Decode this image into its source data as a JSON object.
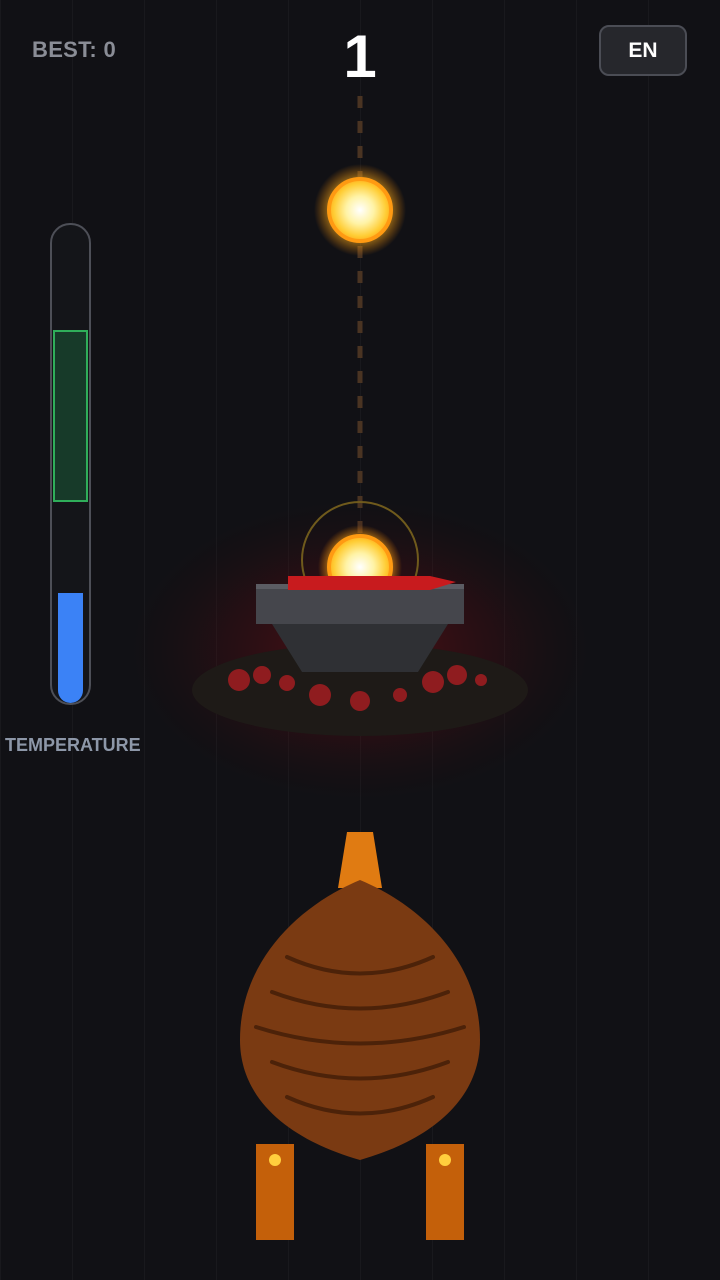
{
  "hud": {
    "best_label": "BEST: 0",
    "score": "1",
    "language_button": "EN"
  },
  "thermometer": {
    "label": "TEMPERATURE",
    "level": 0.23,
    "target_zone": {
      "low": 0.42,
      "high": 0.78
    },
    "fill_color": "#3b82f6",
    "target_color": "#2fae5a"
  },
  "scene": {
    "falling_spark_icon": "glowing-orb",
    "forge_icon": "anvil-on-embers",
    "player_icon": "bellows",
    "glow_color": "#ffd23f",
    "bellows_color": "#7a3a12",
    "nozzle_color": "#e07b12",
    "blade_color": "#cf1b1b",
    "anvil_color": "#43444a"
  }
}
